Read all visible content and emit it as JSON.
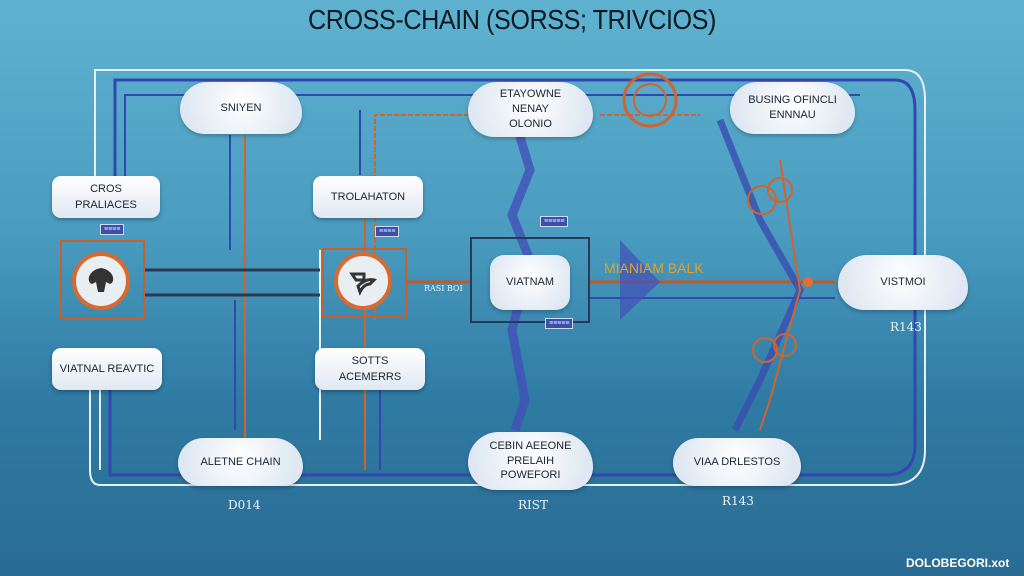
{
  "title": "CROSS-CHAIN (SORSS; TRIVCIOS)",
  "clouds": {
    "sniyen": "SNIYEN",
    "etayowne": [
      "ETAYOWNE",
      "NENAY",
      "OLONIO"
    ],
    "busing": [
      "BUSING OFINCLI",
      "ENNNAU"
    ],
    "vistmoi": "VISTMOI",
    "aletne": "ALETNE CHAIN",
    "cebin": [
      "CEBIN AEEONE",
      "PRELAIH",
      "POWEFORI"
    ],
    "viaa": "VIAA DRLESTOS",
    "viatnam": "VIATNAM"
  },
  "boxes": {
    "cros": [
      "CROS",
      "PRALIACES"
    ],
    "trolahaton": "TROLAHATON",
    "viatnal": "VIATNAL REAVTIC",
    "sotts": [
      "SOTTS",
      "ACEMERRS"
    ]
  },
  "labels": {
    "mianiam": "MIANIAM BALK",
    "d014": "D014",
    "rist": "RIST",
    "r143_bottom": "R143",
    "r143_right": "R143",
    "rasi": "RASI BOI",
    "watermark": "DOLOBEGORI.xot"
  },
  "icons": [
    "spade-helmet-icon",
    "wrench-hand-icon"
  ],
  "colors": {
    "wire_blue": "#3447b0",
    "wire_orange": "#d0642c",
    "wire_white": "#e6f0ee",
    "accent": "#e8a020"
  }
}
